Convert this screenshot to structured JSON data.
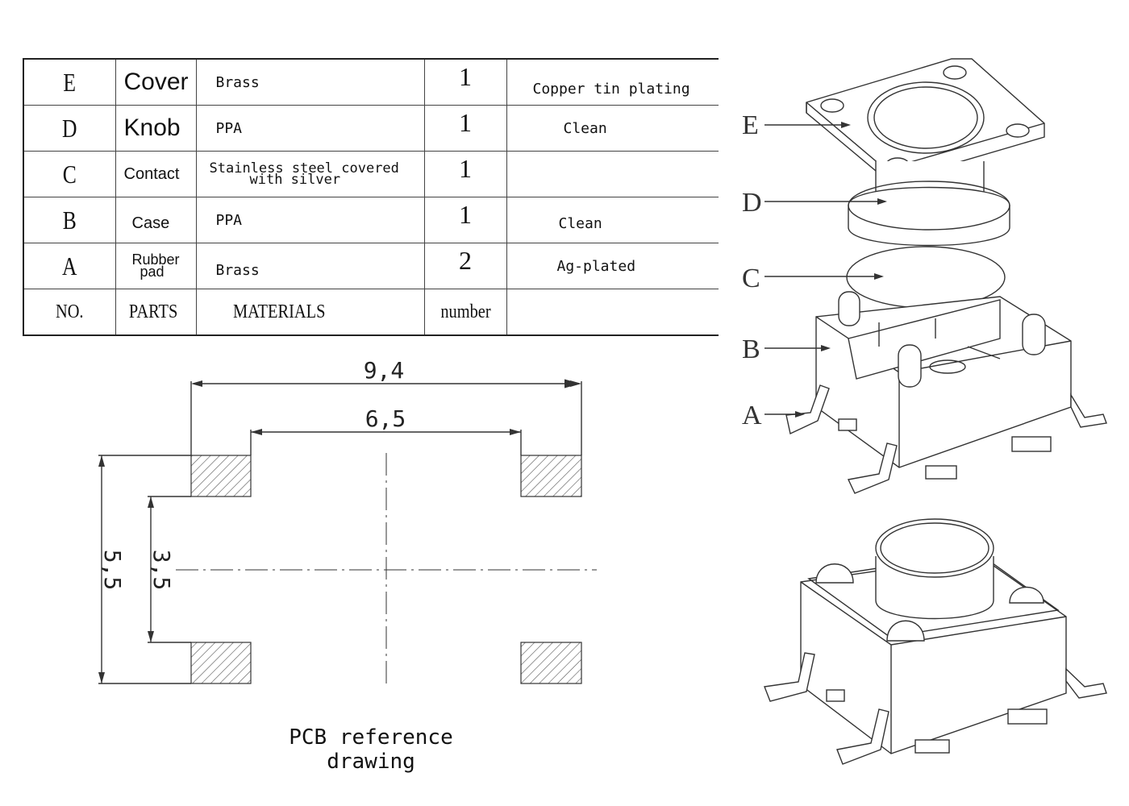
{
  "table": {
    "rows": [
      {
        "no": "E",
        "part": "Cover",
        "material": "Brass",
        "material_2": "",
        "number": "1",
        "remark": "Copper tin plating"
      },
      {
        "no": "D",
        "part": "Knob",
        "material": "PPA",
        "material_2": "",
        "number": "1",
        "remark": "Clean"
      },
      {
        "no": "C",
        "part": "Contact",
        "material": "Stainless steel covered",
        "material_2": "with silver",
        "number": "1",
        "remark": ""
      },
      {
        "no": "B",
        "part": "Case",
        "material": "PPA",
        "material_2": "",
        "number": "1",
        "remark": "Clean"
      },
      {
        "no": "A",
        "part": "Rubber",
        "part_2": "pad",
        "material": "Brass",
        "material_2": "",
        "number": "2",
        "remark": "Ag-plated"
      }
    ],
    "header": {
      "no": "NO.",
      "part": "PARTS",
      "material": "MATERIALS",
      "number": "number",
      "remark": ""
    }
  },
  "pcb": {
    "caption": "PCB reference drawing",
    "dim_outer_width": "9,4",
    "dim_inner_width": "6,5",
    "dim_outer_height": "5,5",
    "dim_inner_height": "3,5"
  },
  "exploded": {
    "labels": {
      "E": "E",
      "D": "D",
      "C": "C",
      "B": "B",
      "A": "A"
    }
  }
}
